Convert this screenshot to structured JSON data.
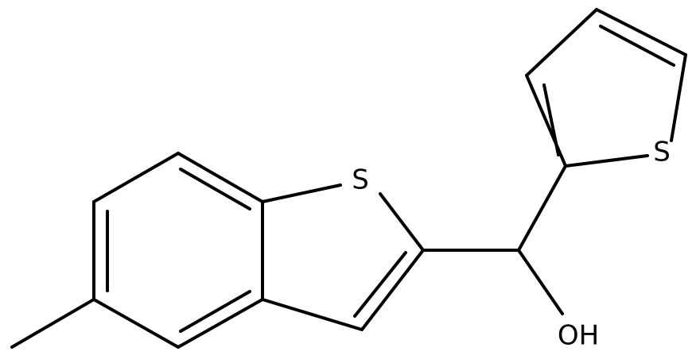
{
  "molecule": {
    "atom_labels": {
      "benzothiophene_sulfur": "S",
      "thiophene_sulfur": "S",
      "hydroxyl": "OH"
    },
    "colors": {
      "bond": "#000000",
      "text": "#000000",
      "background": "#ffffff"
    }
  }
}
